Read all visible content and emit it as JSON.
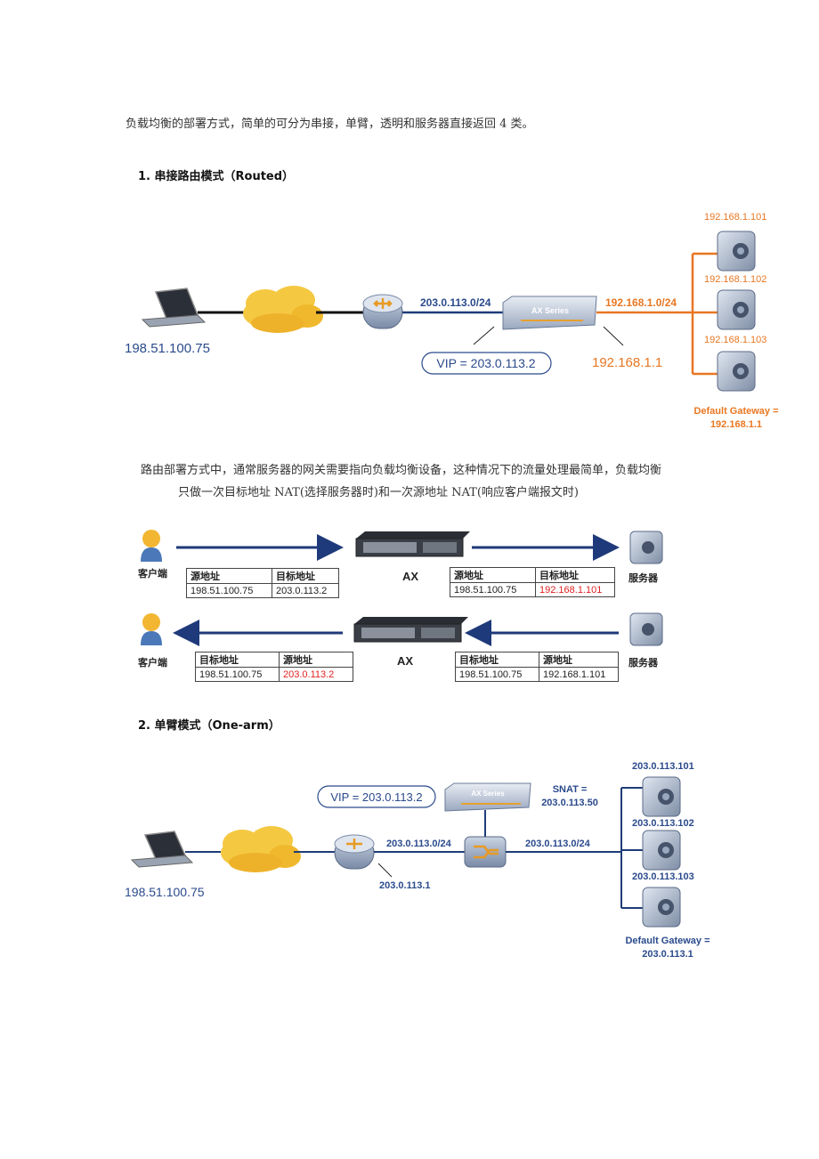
{
  "intro": "负载均衡的部署方式，简单的可分为串接，单臂，透明和服务器直接返回 4 类。",
  "section1": {
    "heading": "1.  串接路由模式（Routed）",
    "diagram": {
      "client_ip": "198.51.100.75",
      "net_left": "203.0.113.0/24",
      "device": "AX Series",
      "net_right": "192.168.1.0/24",
      "vip": "VIP = 203.0.113.2",
      "ax_ip": "192.168.1.1",
      "servers": [
        "192.168.1.101",
        "192.168.1.102",
        "192.168.1.103"
      ],
      "gateway_line1": "Default Gateway =",
      "gateway_line2": "192.168.1.1"
    },
    "paragraph_line1": "路由部署方式中，通常服务器的网关需要指向负载均衡设备，这种情况下的流量处理最简单，负载均衡",
    "paragraph_line2": "只做一次目标地址 NAT(选择服务器时)和一次源地址 NAT(响应客户端报文时)"
  },
  "flow": {
    "client_label": "客户端",
    "server_label": "服务器",
    "ax_label": "AX",
    "request": {
      "left_table": {
        "headers": [
          "源地址",
          "目标地址"
        ],
        "values": [
          "198.51.100.75",
          "203.0.113.2"
        ]
      },
      "right_table": {
        "headers": [
          "源地址",
          "目标地址"
        ],
        "values": [
          "198.51.100.75",
          "192.168.1.101"
        ]
      }
    },
    "response": {
      "left_table": {
        "headers": [
          "目标地址",
          "源地址"
        ],
        "values": [
          "198.51.100.75",
          "203.0.113.2"
        ]
      },
      "right_table": {
        "headers": [
          "目标地址",
          "源地址"
        ],
        "values": [
          "198.51.100.75",
          "192.168.1.101"
        ]
      }
    },
    "highlight_color": "#e02020",
    "arrow_color": "#1f3a7a"
  },
  "section2": {
    "heading": "2.  单臂模式（One-arm）",
    "diagram": {
      "client_ip": "198.51.100.75",
      "vip": "VIP = 203.0.113.2",
      "device": "AX Series",
      "snat_line1": "SNAT =",
      "snat_line2": "203.0.113.50",
      "net_left": "203.0.113.0/24",
      "router_ip": "203.0.113.1",
      "net_right": "203.0.113.0/24",
      "servers": [
        "203.0.113.101",
        "203.0.113.102",
        "203.0.113.103"
      ],
      "gateway_line1": "Default Gateway =",
      "gateway_line2": "203.0.113.1"
    }
  },
  "colors": {
    "blue_text": "#2a4a8c",
    "orange": "#e87722",
    "line_blue": "#1e3c78",
    "cloud": "#f5c842"
  }
}
